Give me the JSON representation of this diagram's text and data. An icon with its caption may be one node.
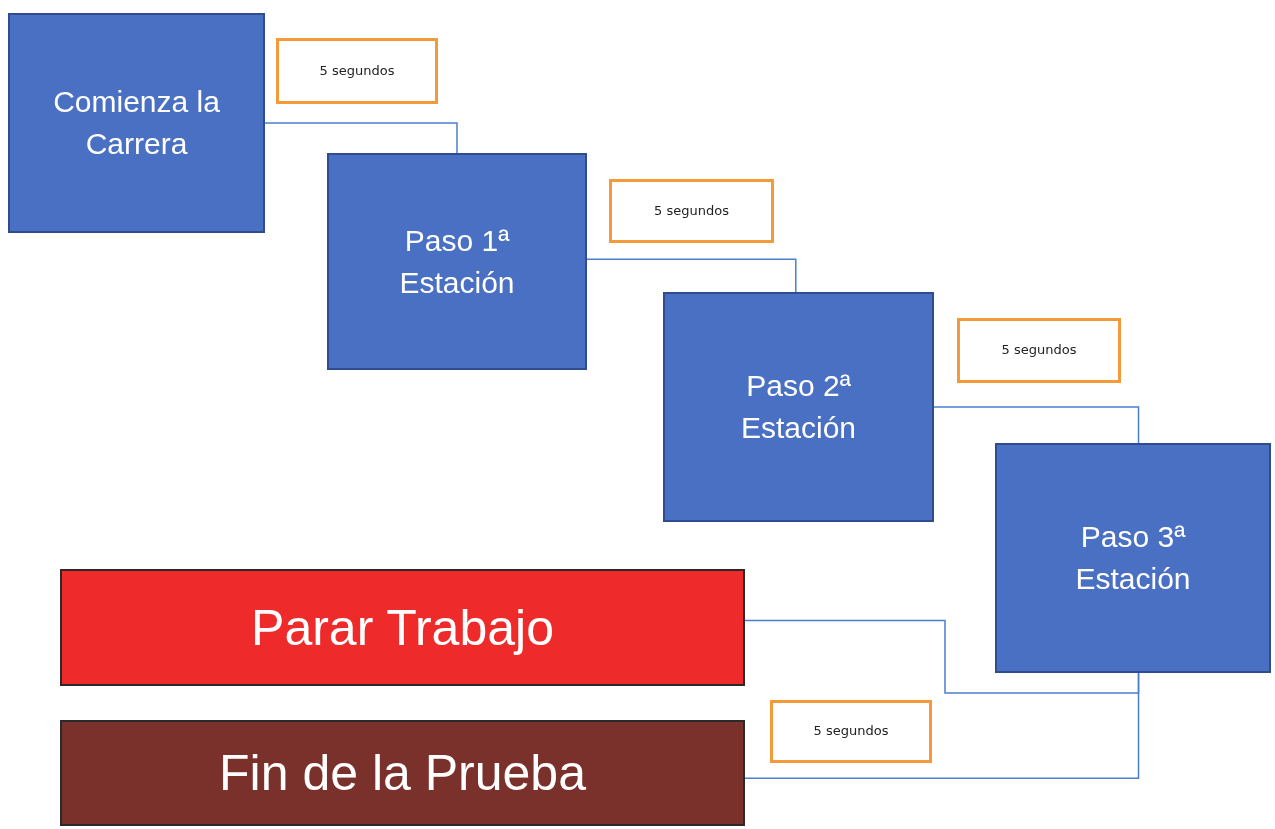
{
  "diagram": {
    "nodes": [
      {
        "text": [
          "Comienza la Carrera"
        ]
      },
      {
        "text": [
          "5 segundos"
        ]
      },
      {
        "text": [
          "Paso 1ª Estación"
        ]
      },
      {
        "text": [
          "5 segundos"
        ]
      },
      {
        "text": [
          "Paso 2ª Estación"
        ]
      },
      {
        "text": [
          "5 segundos"
        ]
      },
      {
        "text": [
          "Paso 3ª Estación"
        ]
      },
      {
        "text": [
          "Parar Trabajo"
        ]
      },
      {
        "text": [
          "5 segundos"
        ]
      },
      {
        "text": [
          "Fin de la Prueba"
        ]
      }
    ],
    "edges": [
      {
        "from": 0,
        "to": 2,
        "arrow": "none"
      },
      {
        "from": 2,
        "to": 4,
        "arrow": "none"
      },
      {
        "from": 4,
        "to": 6,
        "arrow": "none"
      },
      {
        "from": 6,
        "to": 7,
        "arrow": "none"
      },
      {
        "from": 6,
        "to": 9,
        "arrow": "none"
      }
    ]
  }
}
